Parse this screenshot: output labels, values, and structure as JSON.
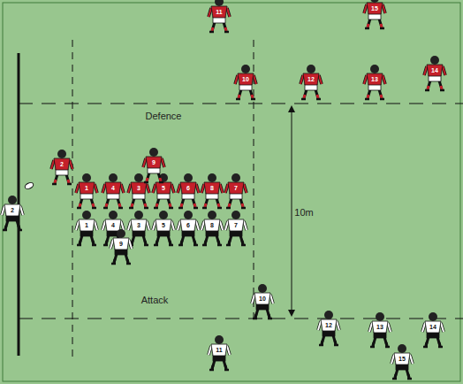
{
  "diagram": {
    "labels": [
      "Defence",
      "Attack",
      "10m",
      "1",
      "4",
      "3",
      "5",
      "6",
      "8",
      "7",
      "2",
      "9",
      "11",
      "15",
      "10",
      "12",
      "13",
      "14",
      "1",
      "4",
      "3",
      "5",
      "6",
      "8",
      "7",
      "2",
      "9",
      "10",
      "11",
      "12",
      "13",
      "14",
      "15"
    ]
  }
}
